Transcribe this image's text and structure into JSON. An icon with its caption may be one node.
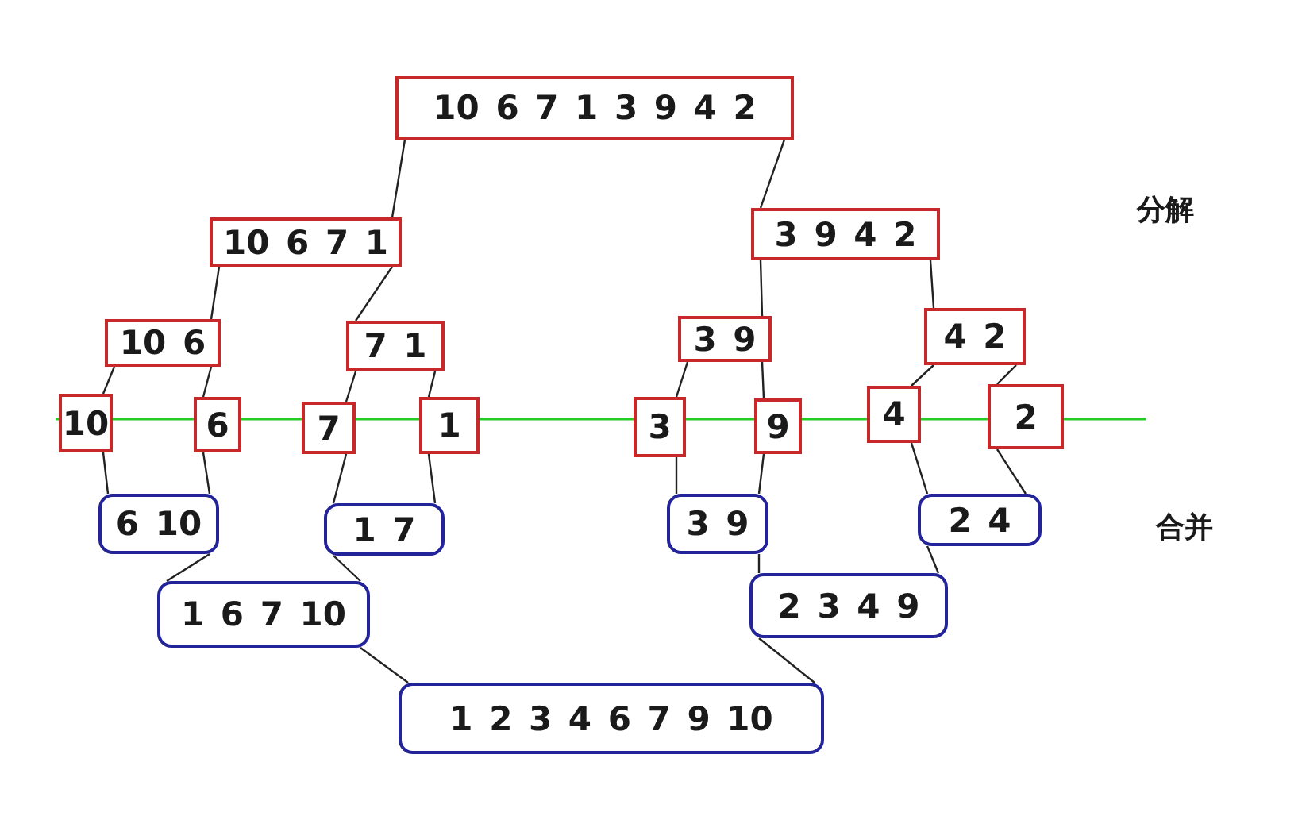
{
  "diagram": {
    "nodes": [
      {
        "text": [
          "10 6 7 1 3 9 4 2"
        ]
      },
      {
        "text": [
          "10 6 7 1"
        ]
      },
      {
        "text": [
          "3 9 4 2"
        ]
      },
      {
        "text": [
          "10 6"
        ]
      },
      {
        "text": [
          "7 1"
        ]
      },
      {
        "text": [
          "3 9"
        ]
      },
      {
        "text": [
          "4 2"
        ]
      },
      {
        "text": [
          "10"
        ]
      },
      {
        "text": [
          "6"
        ]
      },
      {
        "text": [
          "7"
        ]
      },
      {
        "text": [
          "1"
        ]
      },
      {
        "text": [
          "3"
        ]
      },
      {
        "text": [
          "9"
        ]
      },
      {
        "text": [
          "4"
        ]
      },
      {
        "text": [
          "2"
        ]
      },
      {
        "text": [
          "6 10"
        ]
      },
      {
        "text": [
          "1 7"
        ]
      },
      {
        "text": [
          "3 9"
        ]
      },
      {
        "text": [
          "2 4"
        ]
      },
      {
        "text": [
          "1 6 7 10"
        ]
      },
      {
        "text": [
          "2 3 4 9"
        ]
      },
      {
        "text": [
          "1 2 3 4 6 7 9 10"
        ]
      }
    ],
    "edges": [
      {
        "from": 0,
        "to": 1,
        "arrow": "none"
      },
      {
        "from": 0,
        "to": 2,
        "arrow": "none"
      },
      {
        "from": 1,
        "to": 3,
        "arrow": "none"
      },
      {
        "from": 1,
        "to": 4,
        "arrow": "none"
      },
      {
        "from": 2,
        "to": 5,
        "arrow": "none"
      },
      {
        "from": 2,
        "to": 6,
        "arrow": "none"
      },
      {
        "from": 3,
        "to": 7,
        "arrow": "none"
      },
      {
        "from": 3,
        "to": 8,
        "arrow": "none"
      },
      {
        "from": 4,
        "to": 9,
        "arrow": "none"
      },
      {
        "from": 4,
        "to": 10,
        "arrow": "none"
      },
      {
        "from": 5,
        "to": 11,
        "arrow": "none"
      },
      {
        "from": 5,
        "to": 12,
        "arrow": "none"
      },
      {
        "from": 6,
        "to": 13,
        "arrow": "none"
      },
      {
        "from": 6,
        "to": 14,
        "arrow": "none"
      },
      {
        "from": 7,
        "to": 15,
        "arrow": "none"
      },
      {
        "from": 8,
        "to": 15,
        "arrow": "none"
      },
      {
        "from": 9,
        "to": 16,
        "arrow": "none"
      },
      {
        "from": 10,
        "to": 16,
        "arrow": "none"
      },
      {
        "from": 11,
        "to": 17,
        "arrow": "none"
      },
      {
        "from": 12,
        "to": 17,
        "arrow": "none"
      },
      {
        "from": 13,
        "to": 18,
        "arrow": "none"
      },
      {
        "from": 14,
        "to": 18,
        "arrow": "none"
      },
      {
        "from": 15,
        "to": 19,
        "arrow": "none"
      },
      {
        "from": 16,
        "to": 19,
        "arrow": "none"
      },
      {
        "from": 17,
        "to": 20,
        "arrow": "none"
      },
      {
        "from": 18,
        "to": 20,
        "arrow": "none"
      },
      {
        "from": 19,
        "to": 21,
        "arrow": "none"
      },
      {
        "from": 20,
        "to": 21,
        "arrow": "none"
      }
    ],
    "labels": [
      "分解",
      "合并"
    ]
  }
}
